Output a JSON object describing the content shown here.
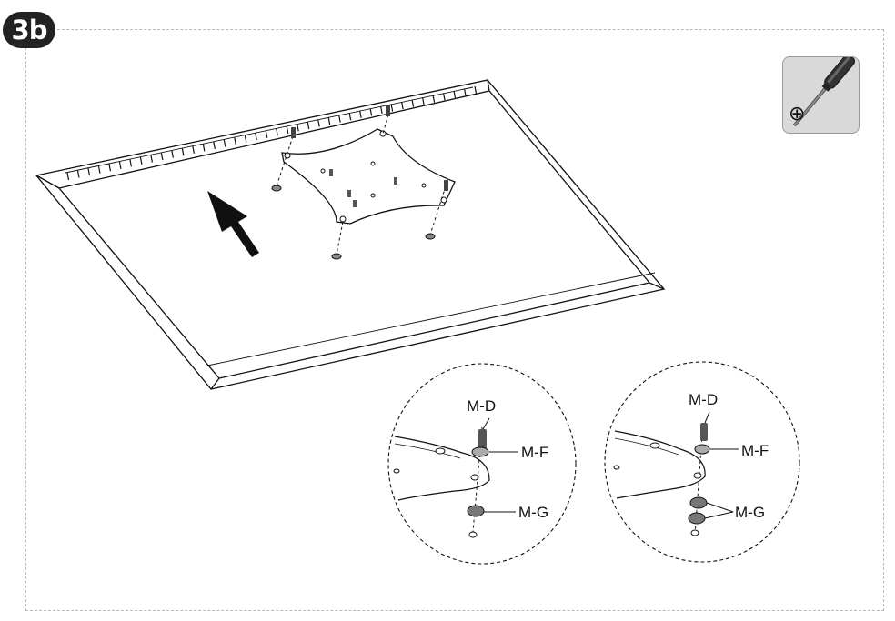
{
  "step": {
    "label": "3b"
  },
  "tool": {
    "icon": "phillips-screwdriver-icon",
    "symbol": "⊕"
  },
  "detail_left": {
    "labels": {
      "screw": "M-D",
      "washer": "M-F",
      "spacer": "M-G"
    }
  },
  "detail_right": {
    "labels": {
      "screw": "M-D",
      "washer": "M-F",
      "spacer": "M-G"
    }
  },
  "colors": {
    "line": "#111111",
    "frame": "#b9b9b9",
    "badge": "#222222",
    "tool_bg": "#d9d9d9"
  }
}
